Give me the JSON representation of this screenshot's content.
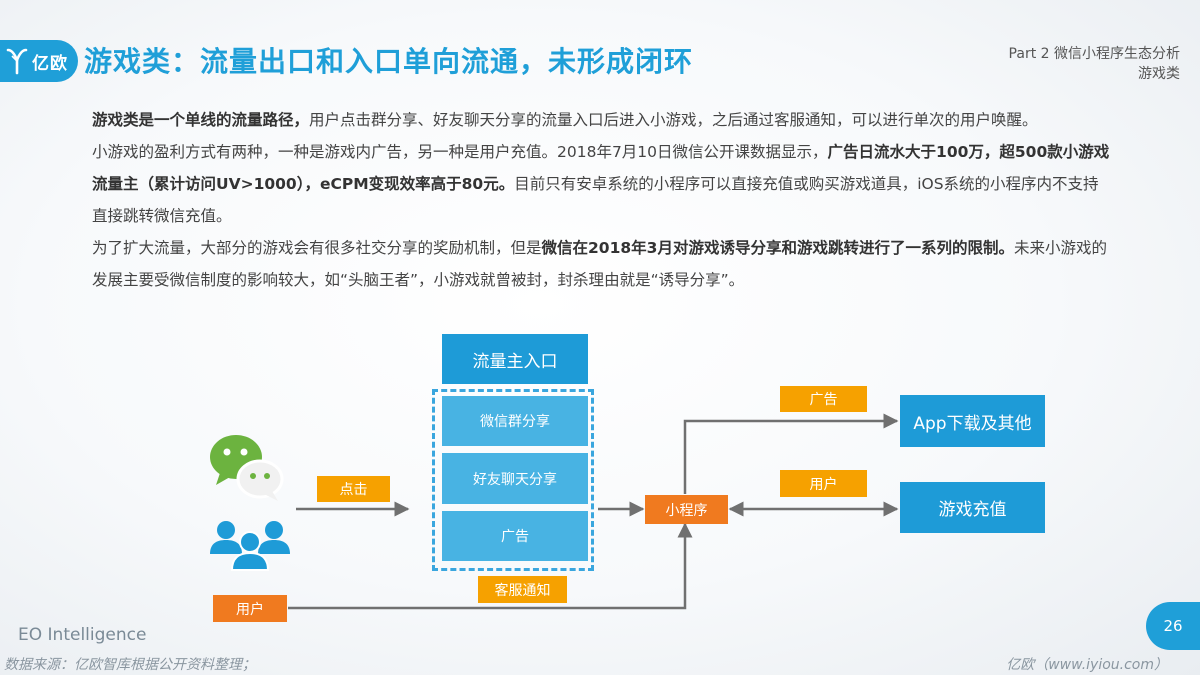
{
  "header": {
    "logo_text": "亿欧",
    "title": "游戏类：流量出口和入口单向流通，未形成闭环",
    "part_line1": "Part 2 微信小程序生态分析",
    "part_line2": "游戏类"
  },
  "paragraphs": {
    "p1_bold": "游戏类是一个单线的流量路径，",
    "p1_rest": "用户点击群分享、好友聊天分享的流量入口后进入小游戏，之后通过客服通知，可以进行单次的用户唤醒。",
    "p2_a": "小游戏的盈利方式有两种，一种是游戏内广告，另一种是用户充值。2018年7月10日微信公开课数据显示，",
    "p2_bold": "广告日流水大于100万，超500款小游戏流量主（累计访问UV>1000），eCPM变现效率高于80元。",
    "p2_b": "目前只有安卓系统的小程序可以直接充值或购买游戏道具，iOS系统的小程序内不支持直接跳转微信充值。",
    "p3_a": "为了扩大流量，大部分的游戏会有很多社交分享的奖励机制，但是",
    "p3_bold": "微信在2018年3月对游戏诱导分享和游戏跳转进行了一系列的限制。",
    "p3_b": "未来小游戏的发展主要受微信制度的影响较大，如“头脑王者”，小游戏就曾被封，封杀理由就是“诱导分享”。"
  },
  "diagram": {
    "entry_header": "流量主入口",
    "entry_items": [
      "微信群分享",
      "好友聊天分享",
      "广告"
    ],
    "click_label": "点击",
    "user_label_left": "用户",
    "service_notice": "客服通知",
    "mini_program": "小程序",
    "ad_label": "广告",
    "user_label_right": "用户",
    "out_app": "App下载及其他",
    "out_recharge": "游戏充值"
  },
  "footer": {
    "page_number": "26",
    "brand": "EO Intelligence",
    "source_left": "数据来源：亿欧智库根据公开资料整理；",
    "source_right": "亿欧（www.iyiou.com）"
  },
  "colors": {
    "brand_blue": "#1f9fd8",
    "box_light_blue": "#48b3e3",
    "label_orange": "#f6a100",
    "mini_program_orange": "#f07a1f"
  }
}
